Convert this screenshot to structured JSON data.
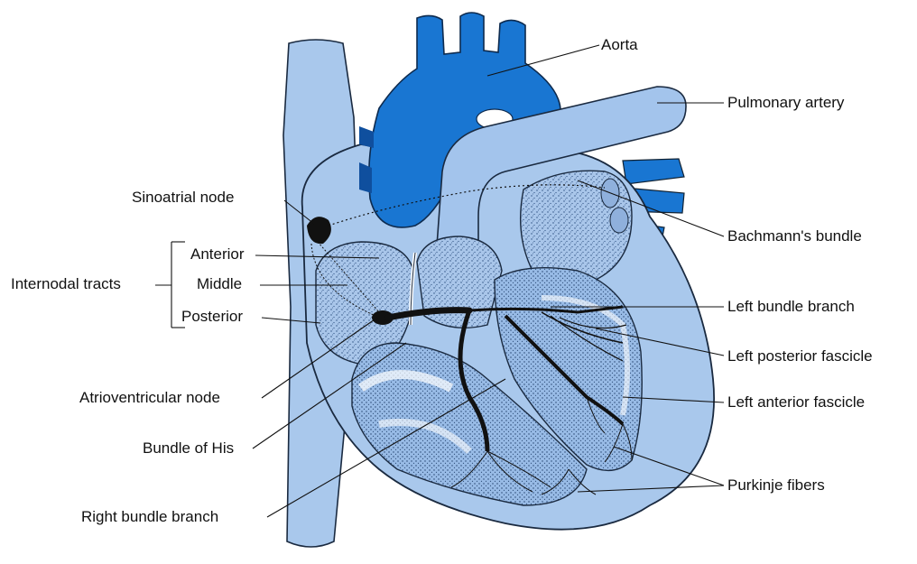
{
  "labels": {
    "aorta": "Aorta",
    "pulmonary_artery": "Pulmonary artery",
    "sinoatrial_node": "Sinoatrial node",
    "bachmanns_bundle": "Bachmann's bundle",
    "internodal_tracts": "Internodal tracts",
    "anterior": "Anterior",
    "middle": "Middle",
    "posterior": "Posterior",
    "left_bundle_branch": "Left bundle branch",
    "left_posterior_fascicle": "Left posterior fascicle",
    "left_anterior_fascicle": "Left anterior fascicle",
    "atrioventricular_node": "Atrioventricular node",
    "bundle_of_his": "Bundle of His",
    "purkinje_fibers": "Purkinje fibers",
    "right_bundle_branch": "Right bundle branch"
  },
  "colors": {
    "light_blue": "#a9c8ec",
    "mid_blue": "#8fb5e4",
    "vivid_blue": "#1976d2",
    "pale_chamber": "#b7cfee",
    "conduction": "#111111"
  }
}
